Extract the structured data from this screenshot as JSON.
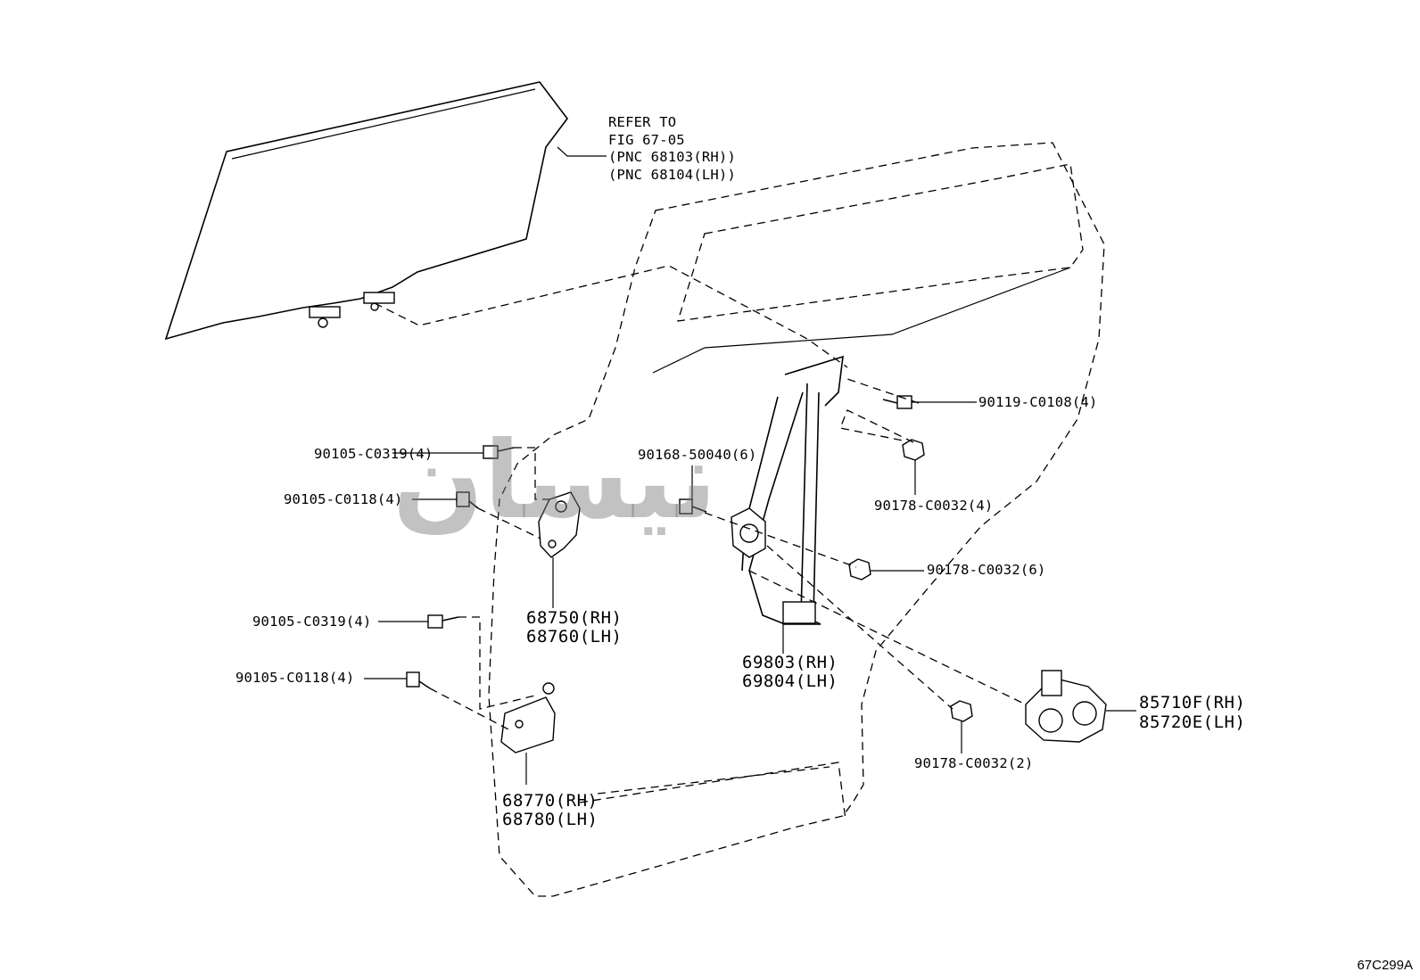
{
  "refer_note": {
    "line1": "REFER TO",
    "line2": "FIG 67-05",
    "line3": "(PNC 68103(RH))",
    "line4": "(PNC 68104(LH))"
  },
  "callouts": {
    "bolt_90119": "90119-C0108(4)",
    "nut_90178_4": "90178-C0032(4)",
    "screw_90168": "90168-50040(6)",
    "nut_90178_6": "90178-C0032(6)",
    "nut_90178_2": "90178-C0032(2)",
    "bolt_upper_0319": "90105-C0319(4)",
    "bolt_upper_0118": "90105-C0118(4)",
    "bolt_lower_0319": "90105-C0319(4)",
    "bolt_lower_0118": "90105-C0118(4)"
  },
  "parts": {
    "upper_hinge_rh": "68750(RH)",
    "upper_hinge_lh": "68760(LH)",
    "lower_hinge_rh": "68770(RH)",
    "lower_hinge_lh": "68780(LH)",
    "regulator_rh": "69803(RH)",
    "regulator_lh": "69804(LH)",
    "motor_rh": "85710F(RH)",
    "motor_lh": "85720E(LH)"
  },
  "watermark_text": "نيسان",
  "figure_id": "67C299A"
}
